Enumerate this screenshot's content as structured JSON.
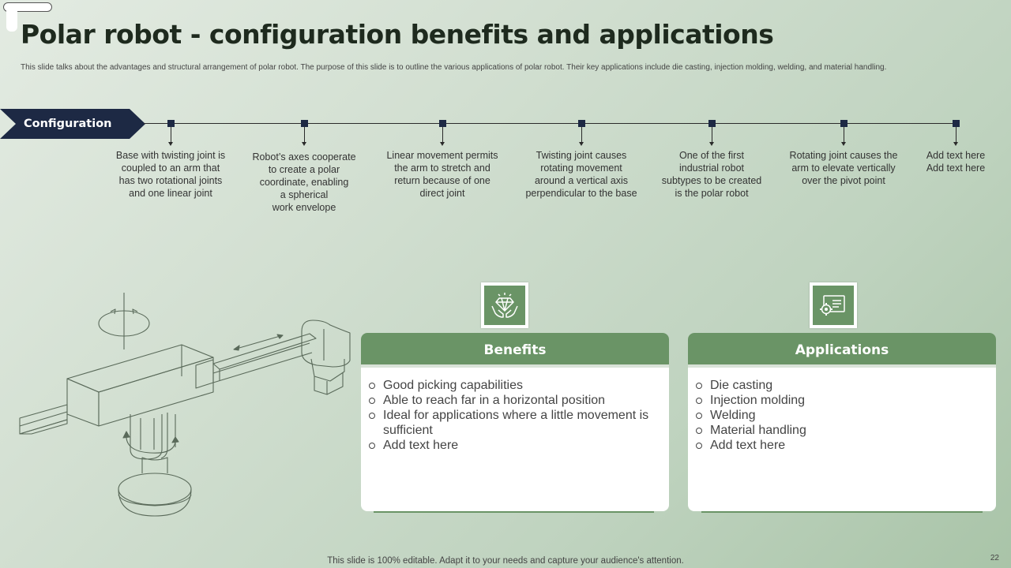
{
  "title": "Polar robot - configuration benefits and applications",
  "subtitle": "This slide talks about the advantages and structural arrangement of polar robot. The purpose of this slide is to outline the various applications of polar robot. Their key applications include die casting, injection molding,  welding, and material handling.",
  "configuration_label": "Configuration",
  "timeline": [
    {
      "text": "Base with twisting joint is\ncoupled to an arm that\nhas two rotational joints\nand one linear joint"
    },
    {
      "text": "Robot’s axes cooperate\nto create a polar\ncoordinate, enabling\na spherical\nwork envelope"
    },
    {
      "text": "Linear movement  permits\nthe arm to stretch and\nreturn because of one\ndirect joint"
    },
    {
      "text": "Twisting joint causes\nrotating movement\naround  a vertical axis\nperpendicular  to the base"
    },
    {
      "text": "One of the first\nindustrial robot\nsubtypes to be created\nis the polar robot"
    },
    {
      "text": "Rotating joint causes the\narm to elevate  vertically\nover the pivot  point"
    },
    {
      "text": "Add text here\nAdd text here"
    }
  ],
  "benefits": {
    "heading": "Benefits",
    "icon": "diamond-hands-icon",
    "items": [
      "Good picking capabilities",
      "Able to reach far  in a horizontal position",
      "Ideal for applications where a little movement is sufficient",
      "Add text here"
    ]
  },
  "applications": {
    "heading": "Applications",
    "icon": "gear-certificate-icon",
    "items": [
      "Die casting",
      "Injection  molding",
      "Welding",
      "Material handling",
      "Add text here"
    ]
  },
  "footer": "This slide is 100% editable. Adapt it to your needs and capture your audience's attention.",
  "page_number": "22",
  "colors": {
    "navy": "#1d2944",
    "green": "#6a9466",
    "title": "#1e2a1e"
  }
}
